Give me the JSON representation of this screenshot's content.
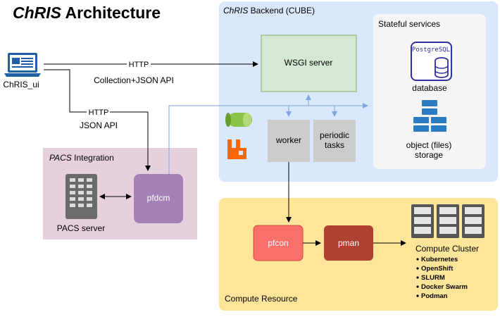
{
  "title": {
    "italic": "ChRIS",
    "rest": " Architecture"
  },
  "client": {
    "label": "ChRIS_ui"
  },
  "links": {
    "http1": "HTTP",
    "api1": "Collection+JSON API",
    "http2": "HTTP",
    "api2": "JSON API"
  },
  "backend": {
    "title_italic": "ChRIS",
    "title_rest": " Backend (CUBE)",
    "wsgi": "WSGI server",
    "worker": "worker",
    "periodic_line1": "periodic",
    "periodic_line2": "tasks",
    "stateful": {
      "title": "Stateful services",
      "postgres_logo": "PostgreSQL",
      "database": "database",
      "storage_line1": "object (files)",
      "storage_line2": "storage"
    }
  },
  "pacs": {
    "title_italic": "PACS",
    "title_rest": " Integration",
    "server": "PACS server",
    "pfdcm": "pfdcm"
  },
  "compute": {
    "title": "Compute Resource",
    "pfcon": "pfcon",
    "pman": "pman",
    "cluster": "Compute Cluster",
    "cluster_items": [
      "Kubernetes",
      "OpenShift",
      "SLURM",
      "Docker Swarm",
      "Podman"
    ]
  },
  "colors": {
    "backend_bg": "#dae8fc",
    "stateful_bg": "#f5f5f5",
    "wsgi_fill": "#d5e8d4",
    "wsgi_stroke": "#82b366",
    "gray_box": "#cccccc",
    "pacs_bg": "#e6d0de",
    "pfdcm_fill": "#a680b8",
    "compute_bg": "#ffe599",
    "pfcon_fill": "#f8706a",
    "pman_fill": "#ae4132",
    "blue_arrow": "#7ea6e0",
    "icon_blue": "#1f5fa8"
  }
}
